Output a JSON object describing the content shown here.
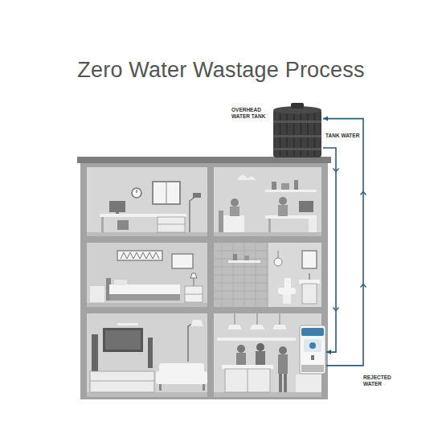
{
  "diagram": {
    "title": "Zero Water Wastage Process",
    "nodes": [
      {
        "text": [
          "OVERHEAD WATER TANK"
        ]
      },
      {
        "text": [
          "REJECTED WATER"
        ]
      }
    ],
    "edges": [
      {
        "from": 0,
        "to": 1,
        "label": "TANK WATER",
        "arrow": "to"
      },
      {
        "from": 1,
        "to": 0,
        "arrow": "to"
      }
    ]
  }
}
